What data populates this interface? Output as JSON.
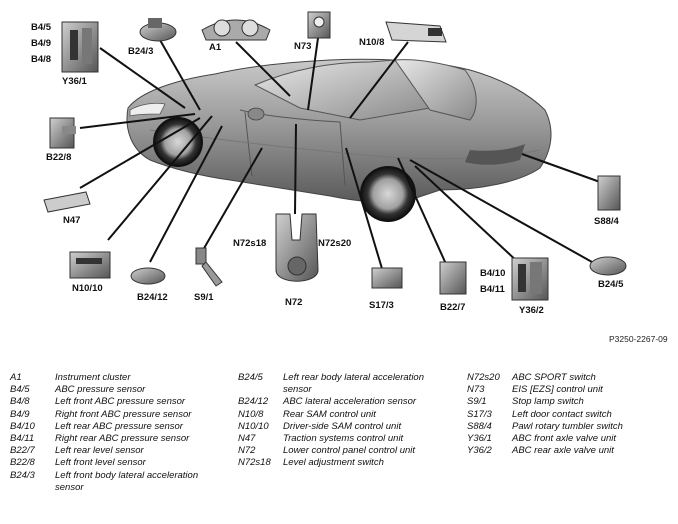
{
  "reference": "P3250-2267-09",
  "labels": {
    "b4_group": [
      "B4/5",
      "B4/9",
      "B4/8"
    ],
    "y36_1": "Y36/1",
    "b24_3": "B24/3",
    "a1": "A1",
    "n73": "N73",
    "n10_8": "N10/8",
    "b22_8": "B22/8",
    "n47": "N47",
    "n10_10": "N10/10",
    "b24_12": "B24/12",
    "s9_1": "S9/1",
    "n72s18": "N72s18",
    "n72s20": "N72s20",
    "n72": "N72",
    "s17_3": "S17/3",
    "b22_7": "B22/7",
    "b4_10": "B4/10",
    "b4_11": "B4/11",
    "y36_2": "Y36/2",
    "b24_5": "B24/5",
    "s88_4": "S88/4"
  },
  "legend": {
    "col1": [
      {
        "code": "A1",
        "desc": "Instrument cluster"
      },
      {
        "code": "B4/5",
        "desc": "ABC pressure sensor"
      },
      {
        "code": "B4/8",
        "desc": "Left front ABC pressure sensor"
      },
      {
        "code": "B4/9",
        "desc": "Right front ABC pressure sensor"
      },
      {
        "code": "B4/10",
        "desc": "Left rear ABC pressure sensor"
      },
      {
        "code": "B4/11",
        "desc": "Right rear ABC pressure sensor"
      },
      {
        "code": "B22/7",
        "desc": "Left rear level sensor"
      },
      {
        "code": "B22/8",
        "desc": "Left front level sensor"
      },
      {
        "code": "B24/3",
        "desc": "Left front body lateral acceleration sensor"
      }
    ],
    "col2": [
      {
        "code": "B24/5",
        "desc": "Left rear body lateral acceleration sensor"
      },
      {
        "code": "B24/12",
        "desc": "ABC lateral acceleration sensor"
      },
      {
        "code": "N10/8",
        "desc": "Rear SAM control unit"
      },
      {
        "code": "N10/10",
        "desc": "Driver-side SAM control unit"
      },
      {
        "code": "N47",
        "desc": "Traction systems control unit"
      },
      {
        "code": "N72",
        "desc": "Lower control panel control unit"
      },
      {
        "code": "N72s18",
        "desc": "Level adjustment switch"
      }
    ],
    "col3": [
      {
        "code": "N72s20",
        "desc": "ABC SPORT switch"
      },
      {
        "code": "N73",
        "desc": "EIS [EZS] control unit"
      },
      {
        "code": "S9/1",
        "desc": "Stop lamp switch"
      },
      {
        "code": "S17/3",
        "desc": "Left door contact switch"
      },
      {
        "code": "S88/4",
        "desc": "Pawl rotary tumbler switch"
      },
      {
        "code": "Y36/1",
        "desc": "ABC front axle valve unit"
      },
      {
        "code": "Y36/2",
        "desc": "ABC rear axle valve unit"
      }
    ]
  }
}
